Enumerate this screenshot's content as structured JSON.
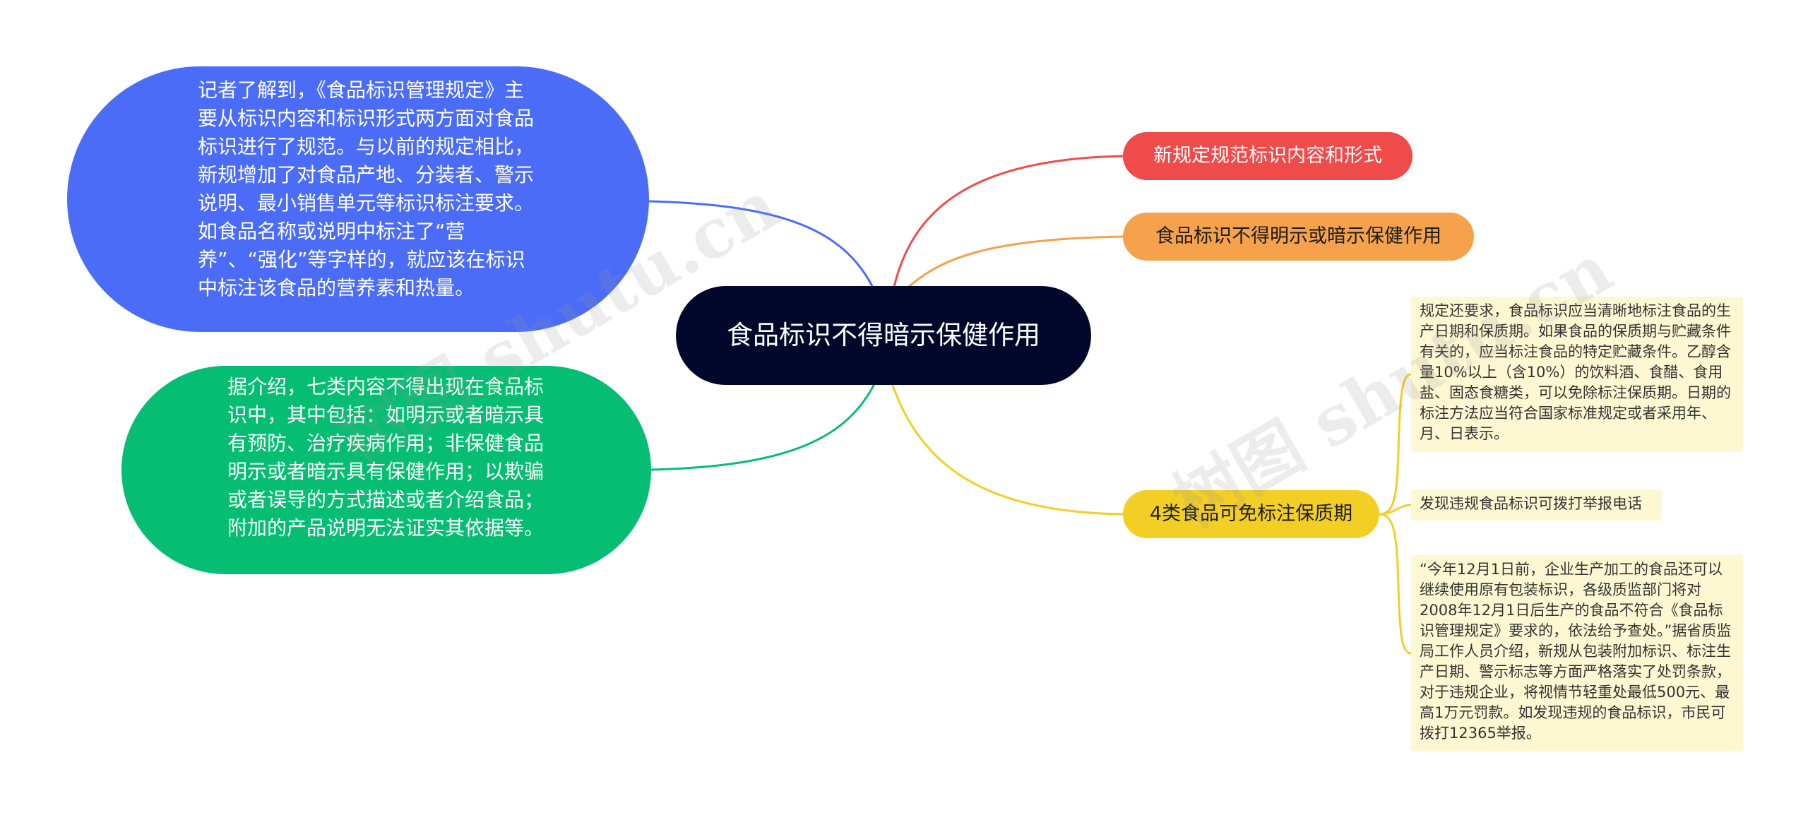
{
  "center": {
    "label": "食品标识不得暗示保健作用"
  },
  "right_branches": [
    {
      "label": "新规定规范标识内容和形式",
      "color": "#ef4b4b"
    },
    {
      "label": "食品标识不得明示或暗示保健作用",
      "color": "#f6a14b"
    },
    {
      "label": "4类食品可免标注保质期",
      "color": "#f3cf26"
    }
  ],
  "left_branches": [
    {
      "text": "记者了解到，《食品标识管理规定》主要从标识内容和标识形式两方面对食品标识进行了规范。与以前的规定相比，新规增加了对食品产地、分装者、警示说明、最小销售单元等标识标注要求。如食品名称或说明中标注了“营养”、“强化”等字样的，就应该在标识中标注该食品的营养素和热量。",
      "color": "#4a6cf7"
    },
    {
      "text": "据介绍，七类内容不得出现在食品标识中，其中包括：如明示或者暗示具有预防、治疗疾病作用；非保健食品明示或者暗示具有保健作用；以欺骗或者误导的方式描述或者介绍食品；附加的产品说明无法证实其依据等。",
      "color": "#05bd73"
    }
  ],
  "yellow_children": [
    {
      "text": "规定还要求，食品标识应当清晰地标注食品的生产日期和保质期。如果食品的保质期与贮藏条件有关的，应当标注食品的特定贮藏条件。乙醇含量10%以上（含10%）的饮料酒、食醋、食用盐、固态食糖类，可以免除标注保质期。日期的标注方法应当符合国家标准规定或者采用年、月、日表示。"
    },
    {
      "text": "发现违规食品标识可拨打举报电话"
    },
    {
      "text": "“今年12月1日前，企业生产加工的食品还可以继续使用原有包装标识，各级质监部门将对2008年12月1日后生产的食品不符合《食品标识管理规定》要求的，依法给予查处。”据省质监局工作人员介绍，新规从包装附加标识、标注生产日期、警示标志等方面严格落实了处罚条款，对于违规企业，将视情节轻重处最低500元、最高1万元罚款。如发现违规的食品标识，市民可拨打12365举报。"
    }
  ],
  "watermark": "树图 shutu.cn"
}
